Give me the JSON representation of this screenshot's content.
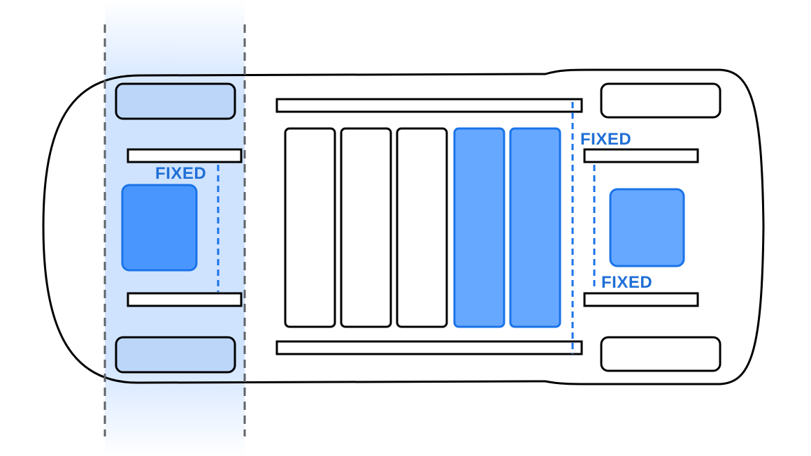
{
  "labels": {
    "front_fixed": "FIXED",
    "rear_upper_fixed": "FIXED",
    "rear_lower_fixed": "FIXED"
  },
  "colors": {
    "outline": "#000000",
    "highlight_fill": "#4a96ff",
    "highlight_fill_light": "#66a8ff",
    "highlight_stroke": "#1a73e8",
    "zone_fill": "#cfe3ff",
    "zone_line": "#5f6368",
    "label": "#1f6fd6"
  },
  "icons": {
    "zone": "vertical-shaded-band",
    "dashed_marker": "dashed-line"
  }
}
